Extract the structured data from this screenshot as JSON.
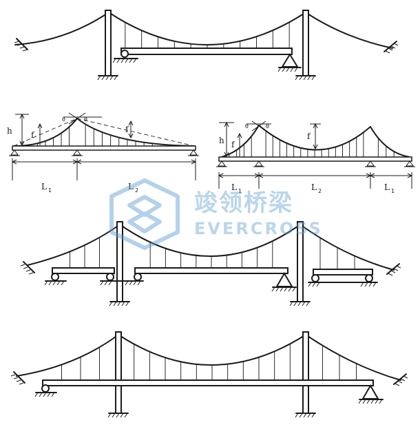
{
  "diagram": {
    "panel_b_left": {
      "theta_left": "θ",
      "theta_right": "θ",
      "height_label": "h",
      "sub_height_label": "f",
      "sag_label": "f",
      "span_labels": [
        "L",
        "L"
      ],
      "span_subscripts": [
        "1",
        "2"
      ]
    },
    "panel_b_right": {
      "theta_left": "θ",
      "theta_right": "θ",
      "height_label": "h",
      "sub_height_label": "f",
      "sag_label": "f",
      "span_labels": [
        "L",
        "L",
        "L"
      ],
      "span_subscripts": [
        "1",
        "2",
        "1"
      ]
    }
  },
  "watermark": {
    "chinese_name": "竣领桥梁",
    "english_name": "EVERCROSS",
    "color": "#5b9bd5"
  }
}
